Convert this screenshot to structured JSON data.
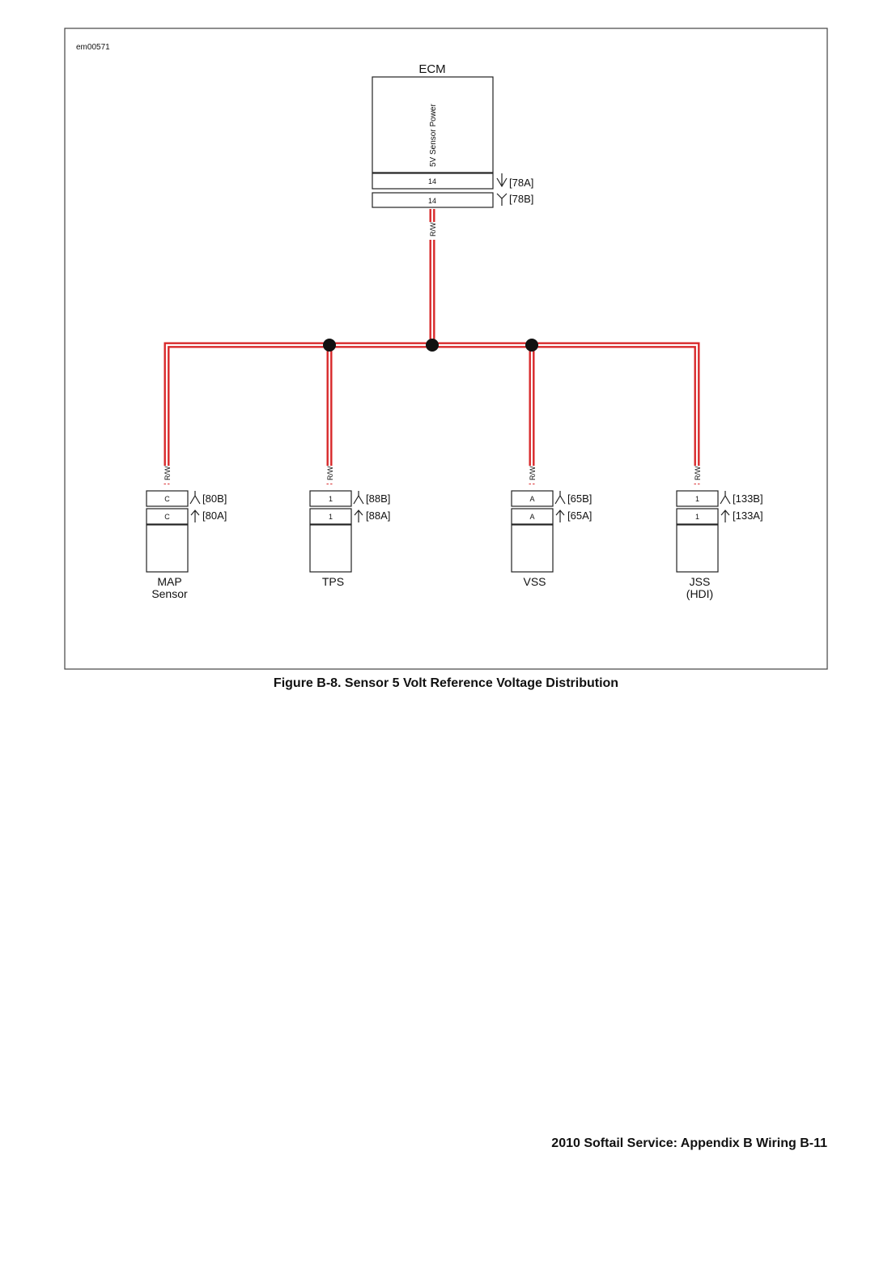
{
  "figure_id": "em00571",
  "ecm": {
    "title": "ECM",
    "function_label": "5V Sensor Power",
    "pin_a": "14",
    "pin_b": "14",
    "connector_a": "[78A]",
    "connector_b": "[78B]",
    "wire": "R/W"
  },
  "components": [
    {
      "key": "map",
      "name_line1": "MAP",
      "name_line2": "Sensor",
      "pin_b": "C",
      "pin_a": "C",
      "connector_b": "[80B]",
      "connector_a": "[80A]",
      "wire": "R/W"
    },
    {
      "key": "tps",
      "name_line1": "TPS",
      "name_line2": "",
      "pin_b": "1",
      "pin_a": "1",
      "connector_b": "[88B]",
      "connector_a": "[88A]",
      "wire": "R/W"
    },
    {
      "key": "vss",
      "name_line1": "VSS",
      "name_line2": "",
      "pin_b": "A",
      "pin_a": "A",
      "connector_b": "[65B]",
      "connector_a": "[65A]",
      "wire": "R/W"
    },
    {
      "key": "jss",
      "name_line1": "JSS",
      "name_line2": "(HDI)",
      "pin_b": "1",
      "pin_a": "1",
      "connector_b": "[133B]",
      "connector_a": "[133A]",
      "wire": "R/W"
    }
  ],
  "caption": "Figure B-8. Sensor 5 Volt Reference Voltage Distribution",
  "footer": "2010 Softail Service: Appendix B Wiring  B-11",
  "colors": {
    "wire_red": "#d8282a",
    "wire_white": "#ffffff",
    "line": "#222222",
    "splice": "#111111"
  }
}
